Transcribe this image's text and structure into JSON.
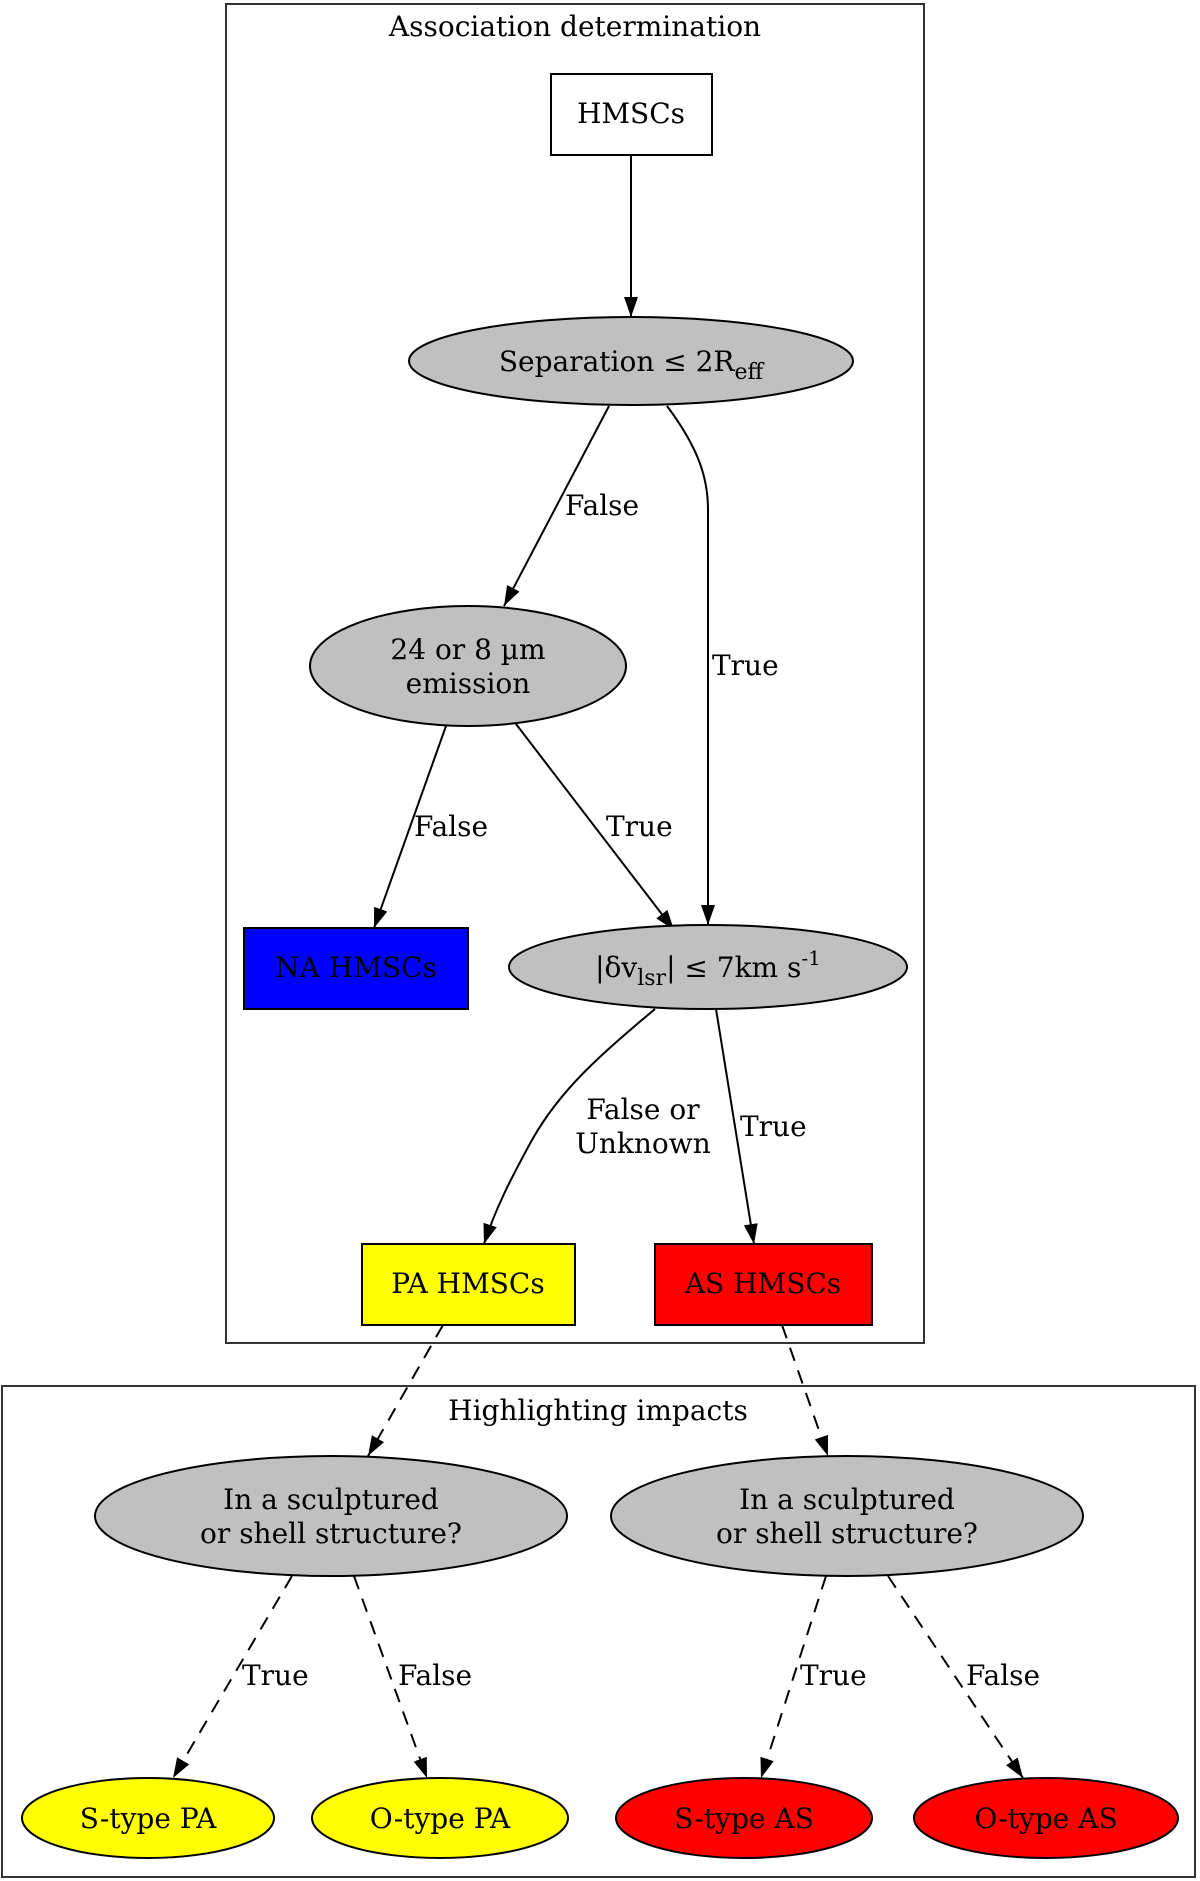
{
  "clusters": {
    "association": {
      "title": "Association determination"
    },
    "impacts": {
      "title": "Highlighting impacts"
    }
  },
  "nodes": {
    "hmscs": {
      "label": "HMSCs",
      "fill": "#ffffff",
      "shape": "box"
    },
    "separation": {
      "label_main": "Separation ≤ 2R",
      "label_sub": "eff",
      "fill": "#c0c0c0",
      "shape": "ellipse"
    },
    "emission": {
      "line1": "24 or 8 µm",
      "line2": "emission",
      "fill": "#c0c0c0",
      "shape": "ellipse"
    },
    "na": {
      "label": "NA HMSCs",
      "fill": "#0000ff",
      "shape": "box"
    },
    "velocity": {
      "part1": "|δv",
      "sub": "lsr",
      "part2": "| ≤ 7km s",
      "sup": "-1",
      "fill": "#c0c0c0",
      "shape": "ellipse"
    },
    "pa": {
      "label": "PA HMSCs",
      "fill": "#ffff00",
      "shape": "box"
    },
    "as": {
      "label": "AS HMSCs",
      "fill": "#ff0000",
      "shape": "box"
    },
    "pa_struct": {
      "line1": "In a sculptured",
      "line2": "or shell structure?",
      "fill": "#c0c0c0",
      "shape": "ellipse"
    },
    "as_struct": {
      "line1": "In a sculptured",
      "line2": "or shell structure?",
      "fill": "#c0c0c0",
      "shape": "ellipse"
    },
    "s_pa": {
      "label": "S-type PA",
      "fill": "#ffff00",
      "shape": "ellipse"
    },
    "o_pa": {
      "label": "O-type PA",
      "fill": "#ffff00",
      "shape": "ellipse"
    },
    "s_as": {
      "label": "S-type AS",
      "fill": "#ff0000",
      "shape": "ellipse"
    },
    "o_as": {
      "label": "O-type AS",
      "fill": "#ff0000",
      "shape": "ellipse"
    }
  },
  "edges": {
    "hmscs_separation": {
      "label": "",
      "style": "solid"
    },
    "separation_emission": {
      "label": "False",
      "style": "solid"
    },
    "separation_velocity": {
      "label": "True",
      "style": "solid"
    },
    "emission_na": {
      "label": "False",
      "style": "solid"
    },
    "emission_velocity": {
      "label": "True",
      "style": "solid"
    },
    "velocity_pa": {
      "line1": "False or",
      "line2": "Unknown",
      "style": "solid"
    },
    "velocity_as": {
      "label": "True",
      "style": "solid"
    },
    "pa_pastruct": {
      "label": "",
      "style": "dashed"
    },
    "as_asstruct": {
      "label": "",
      "style": "dashed"
    },
    "pastruct_spa": {
      "label": "True",
      "style": "dashed"
    },
    "pastruct_opa": {
      "label": "False",
      "style": "dashed"
    },
    "asstruct_sas": {
      "label": "True",
      "style": "dashed"
    },
    "asstruct_oas": {
      "label": "False",
      "style": "dashed"
    }
  }
}
